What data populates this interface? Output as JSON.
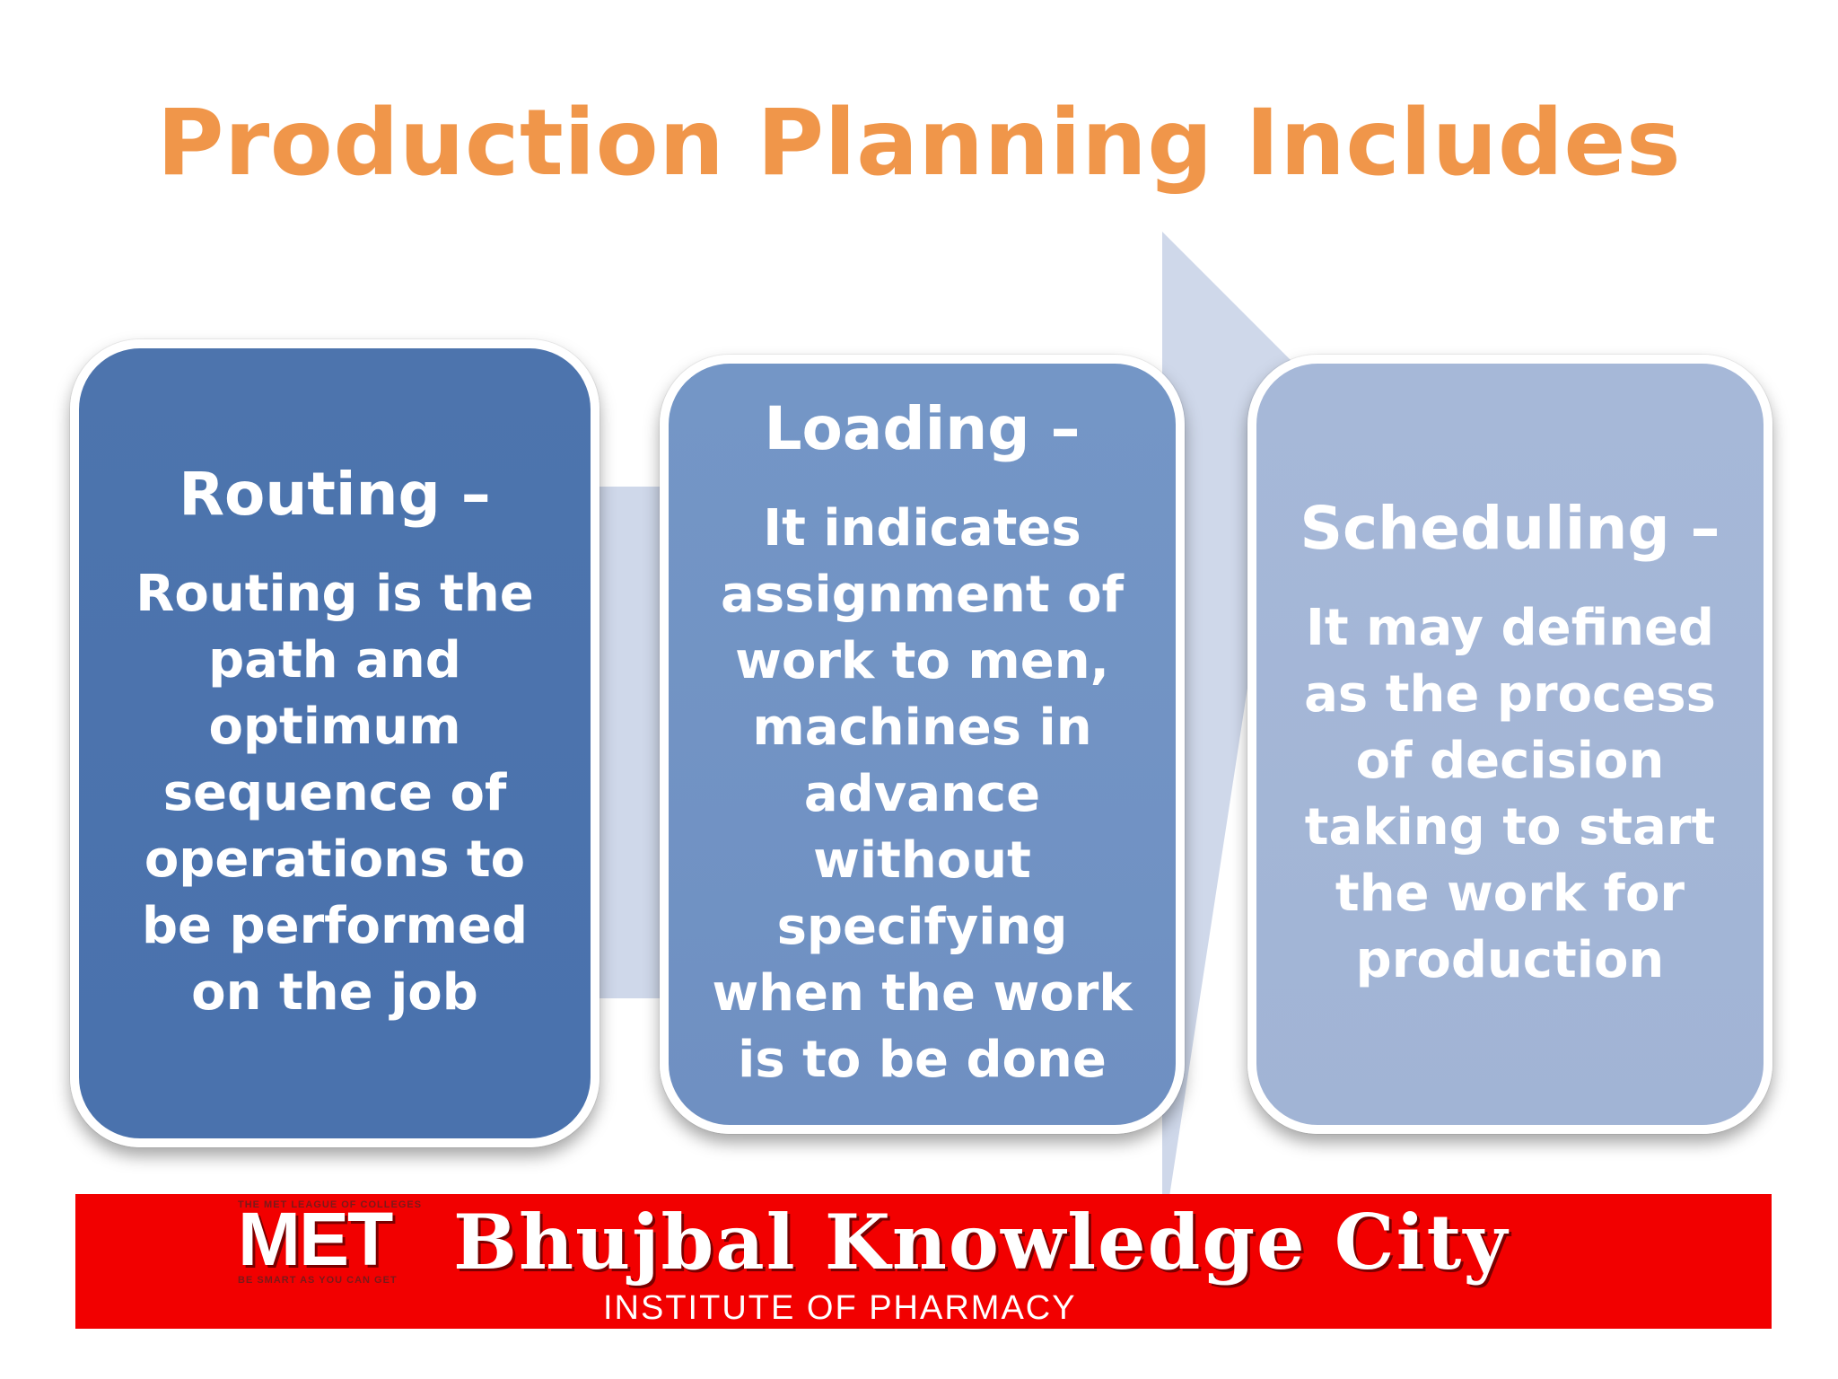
{
  "title": "Production Planning Includes",
  "steps": [
    {
      "heading": "Routing –",
      "body": "Routing is the path and optimum sequence of operations to be performed on the job"
    },
    {
      "heading": "Loading –",
      "body": "It indicates assignment of work to men, machines  in advance without specifying when the work is to be done"
    },
    {
      "heading": "Scheduling –",
      "body": "It may defined as the process of decision taking to start the work for production"
    }
  ],
  "footer": {
    "logo_text": "MET",
    "logo_tagline_top": "THE MET LEAGUE OF COLLEGES",
    "logo_tagline_bottom": "BE SMART AS YOU CAN GET",
    "institution": "Bhujbal Knowledge City",
    "subtitle": "INSTITUTE OF PHARMACY"
  },
  "colors": {
    "title": "#f0964a",
    "routing": "#4a72ad",
    "loading": "#7194c4",
    "scheduling": "#a3b6d6",
    "arrow": "#cfd8ea",
    "banner": "#f20000"
  }
}
